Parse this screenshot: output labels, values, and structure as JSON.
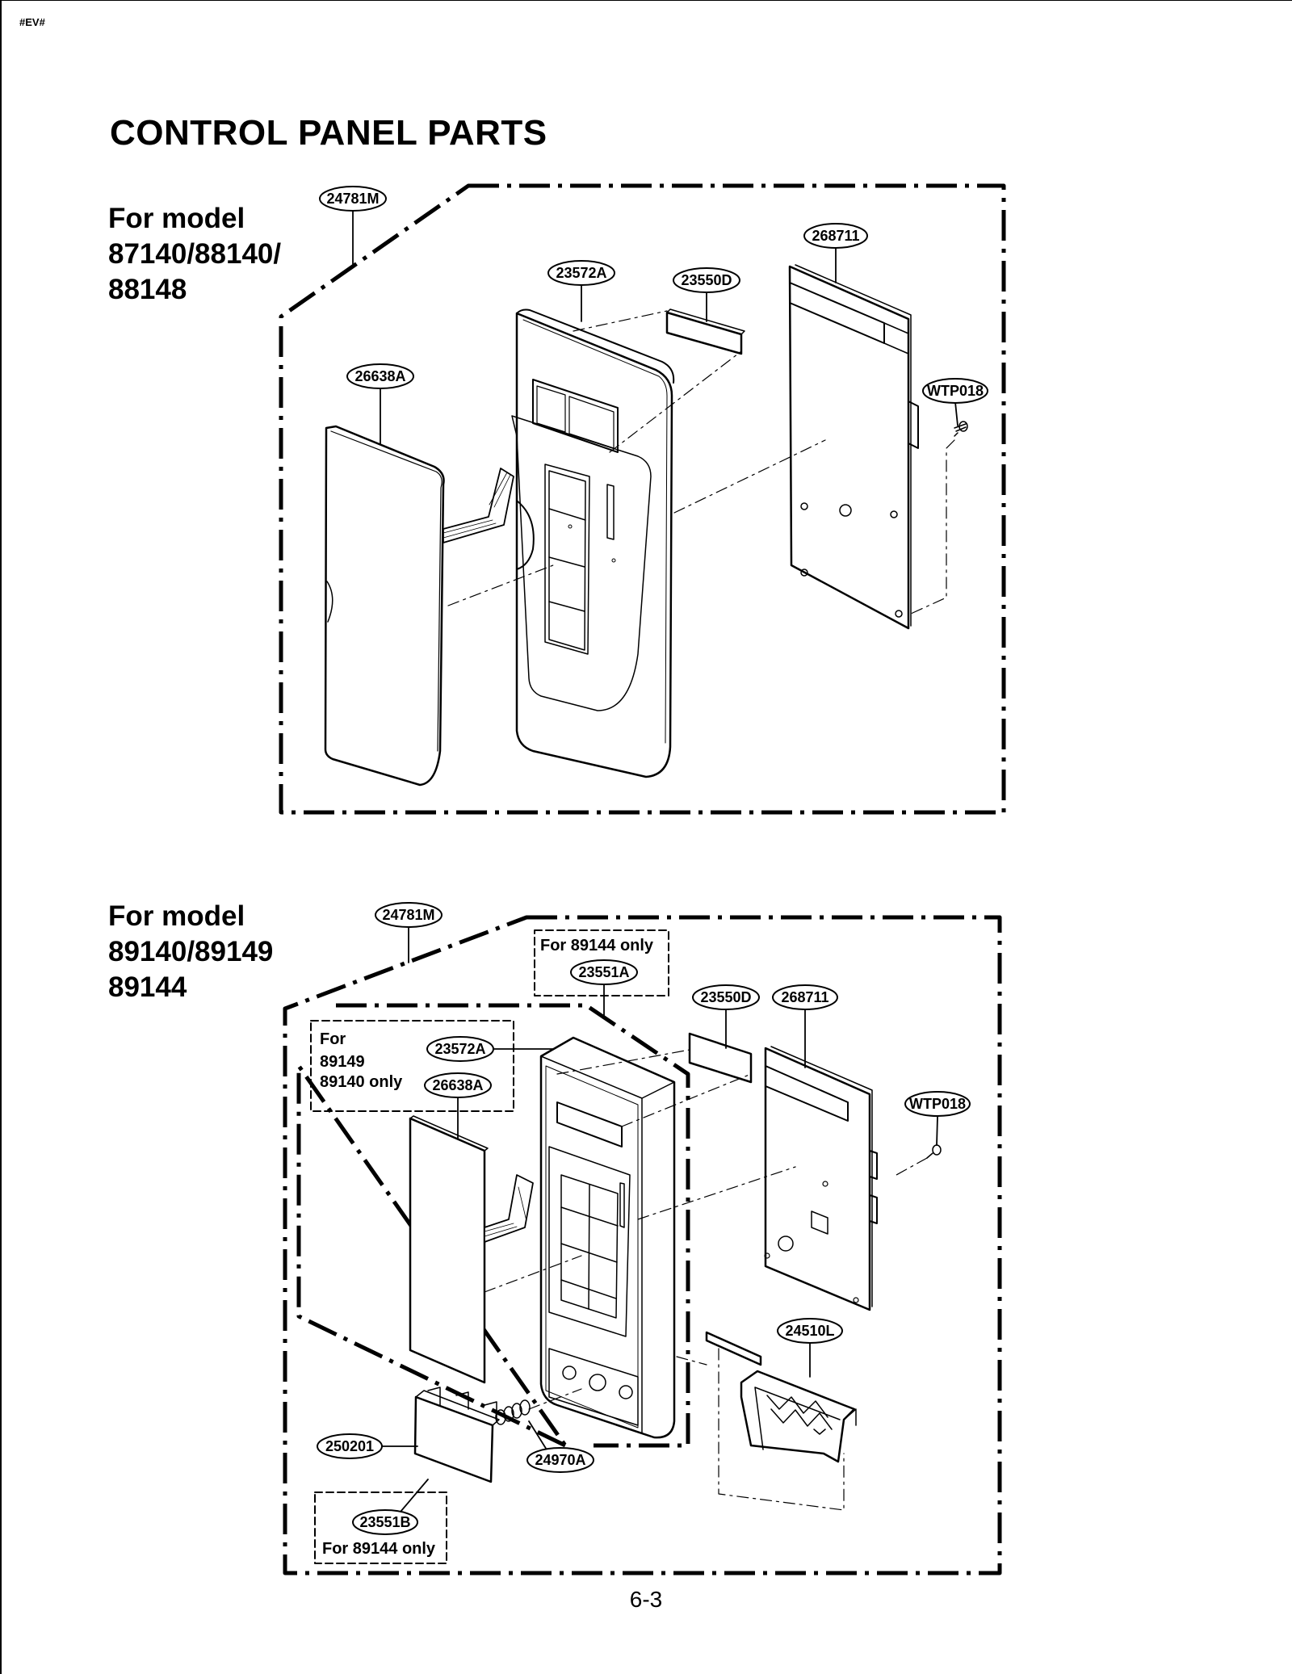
{
  "header": {
    "doc_tag": "#EV#",
    "title": "CONTROL PANEL PARTS"
  },
  "section1": {
    "heading_lines": [
      "For model",
      "87140/88140/",
      "88148"
    ],
    "part_labels": {
      "frame": "24781M",
      "panel": "23572A",
      "window": "23550D",
      "pcb": "268711",
      "membrane": "26638A",
      "screw": "WTP018"
    }
  },
  "section2": {
    "heading_lines": [
      "For model",
      "89140/89149",
      "89144"
    ],
    "part_labels": {
      "frame": "24781M",
      "panel": "23572A",
      "membrane": "26638A",
      "window": "23550D",
      "pcb": "268711",
      "screw": "WTP018",
      "latch": "24510L",
      "button": "250201",
      "spring": "24970A",
      "note_top_part": "23551A",
      "note_bottom_part": "23551B"
    },
    "notes": {
      "top_note": "For 89144 only",
      "left_note_lines": [
        "For",
        "89149",
        "89140 only"
      ],
      "bottom_note": "For 89144 only"
    }
  },
  "footer": {
    "page_number": "6-3"
  }
}
